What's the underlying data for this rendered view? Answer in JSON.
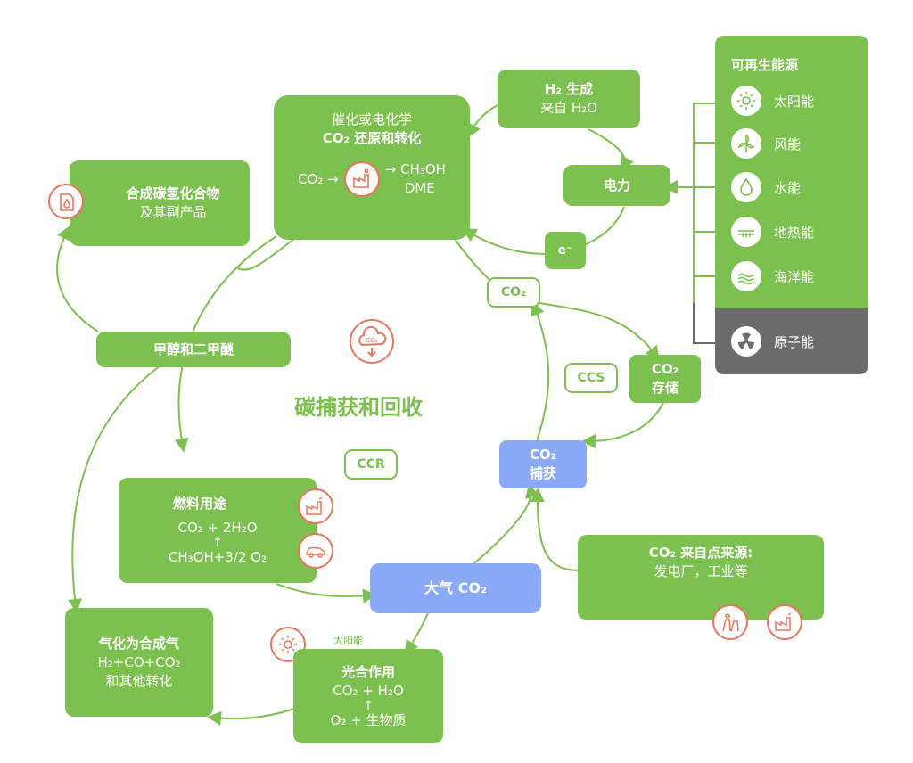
{
  "center": {
    "title": "碳捕获和回收"
  },
  "renewables": {
    "title": "可再生能源",
    "items": [
      {
        "label": "太阳能",
        "icon": "sun-icon"
      },
      {
        "label": "风能",
        "icon": "wind-turbine-icon"
      },
      {
        "label": "水能",
        "icon": "water-drop-icon"
      },
      {
        "label": "地热能",
        "icon": "geothermal-icon"
      },
      {
        "label": "海洋能",
        "icon": "ocean-wave-icon"
      }
    ],
    "nuclear": {
      "label": "原子能",
      "icon": "radiation-icon"
    }
  },
  "h2": {
    "title": "H₂ 生成",
    "sub": "来自 H₂O"
  },
  "power": {
    "label": "电力"
  },
  "electron": {
    "label": "e⁻"
  },
  "catalysis": {
    "line1": "催化或电化学",
    "line2": "CO₂ 还原和转化",
    "left": "CO₂ →",
    "right1": "→ CH₃OH",
    "right2": "DME"
  },
  "hydrocarbons": {
    "title": "合成碳氢化合物",
    "sub": "及其副产品"
  },
  "methanol": {
    "label": "甲醇和二甲醚"
  },
  "co2_pill": {
    "label": "CO₂"
  },
  "ccs": {
    "label": "CCS"
  },
  "ccr": {
    "label": "CCR"
  },
  "storage": {
    "line1": "CO₂",
    "line2": "存储"
  },
  "capture": {
    "line1": "CO₂",
    "line2": "捕获"
  },
  "fuel": {
    "title": "燃料用途",
    "eq1": "CO₂ + 2H₂O",
    "arrow": "↑",
    "eq2": "CH₃OH+3/2 O₂"
  },
  "atmosphere": {
    "label": "大气 CO₂"
  },
  "point_source": {
    "title": "CO₂ 来自点来源:",
    "sub": "发电厂，工业等"
  },
  "gasification": {
    "title": "气化为合成气",
    "line1": "H₂+CO+CO₂",
    "line2": "和其他转化"
  },
  "solar_label": "太阳能",
  "photosynthesis": {
    "title": "光合作用",
    "eq1": "CO₂ + H₂O",
    "arrow": "↑",
    "eq2": "O₂ + 生物质"
  },
  "colors": {
    "green": "#7cc04f",
    "blue": "#8aaaf8",
    "gray": "#6b6b6b",
    "orange": "#e9765a"
  }
}
